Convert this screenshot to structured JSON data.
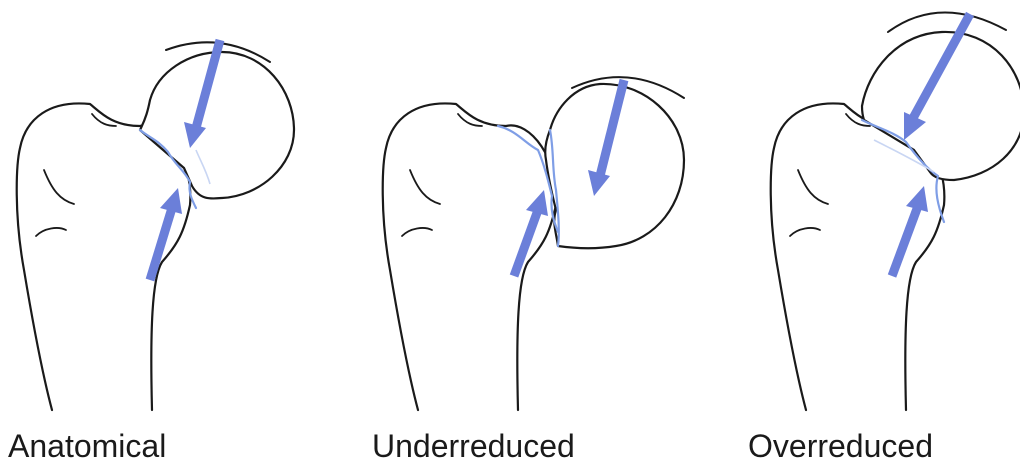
{
  "panels": [
    {
      "label": "Anatomical"
    },
    {
      "label": "Underreduced"
    },
    {
      "label": "Overreduced"
    }
  ],
  "colors": {
    "arrow": "#6b7fd9",
    "fracture_line": "#7f9ee6",
    "outline": "#1a1a1a"
  }
}
